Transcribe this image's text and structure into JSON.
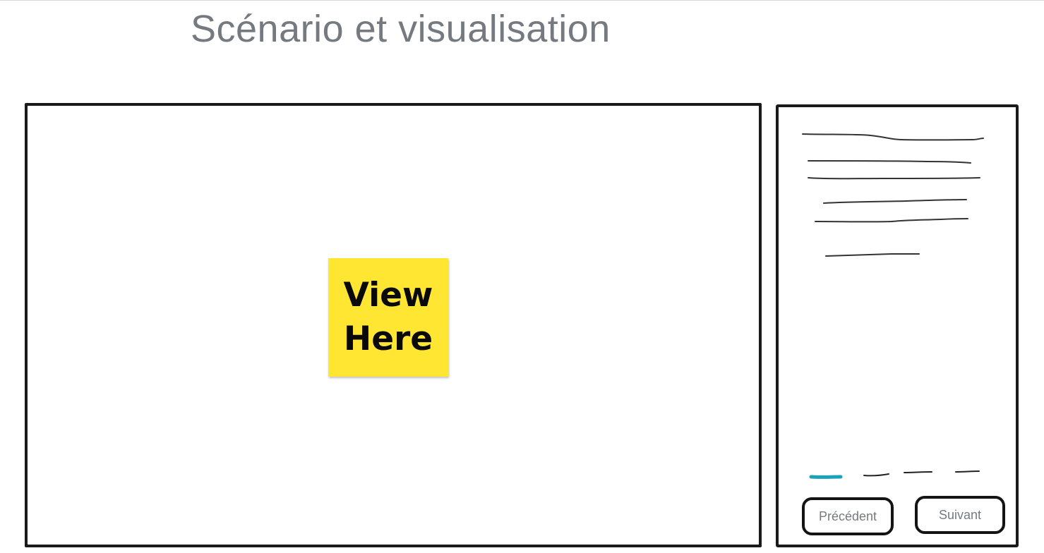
{
  "page": {
    "title": "Scénario et visualisation"
  },
  "view_panel": {
    "sticky_note": {
      "text": "View\nHere",
      "color": "#ffe633"
    }
  },
  "side_panel": {
    "text_placeholder_lines": 6,
    "step_indicator": {
      "total_steps": 4,
      "active_step": 1,
      "active_color": "#1aa3b8",
      "inactive_color": "#222222"
    },
    "buttons": {
      "previous_label": "Précédent",
      "next_label": "Suivant"
    }
  }
}
